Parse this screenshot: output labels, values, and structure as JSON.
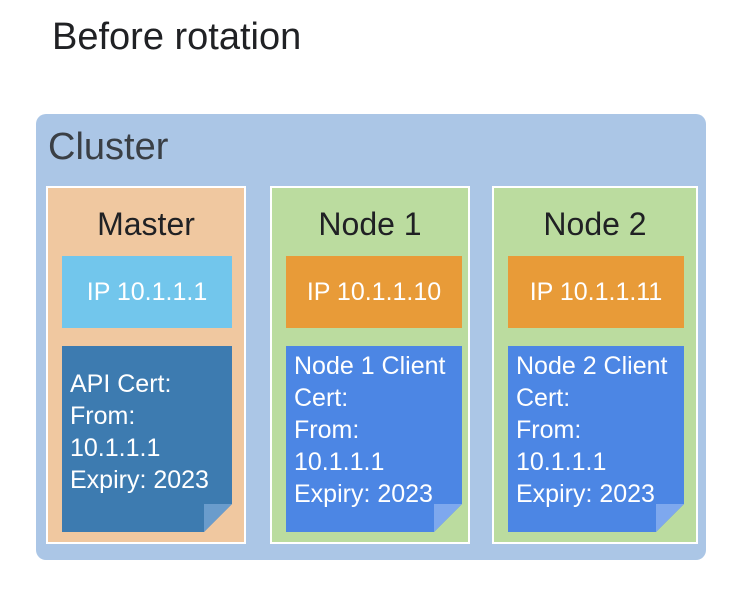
{
  "title": "Before rotation",
  "cluster": {
    "label": "Cluster",
    "panels": [
      {
        "title": "Master",
        "ip": "IP 10.1.1.1",
        "cert_lines": [
          "API Cert:",
          "From:",
          "10.1.1.1",
          "Expiry: 2023"
        ]
      },
      {
        "title": "Node 1",
        "ip": "IP 10.1.1.10",
        "cert_lines": [
          "Node 1 Client",
          "Cert:",
          "From:",
          "10.1.1.1",
          "Expiry: 2023"
        ]
      },
      {
        "title": "Node 2",
        "ip": "IP 10.1.1.11",
        "cert_lines": [
          "Node 2 Client",
          "Cert:",
          "From:",
          "10.1.1.1",
          "Expiry: 2023"
        ]
      }
    ]
  },
  "colors": {
    "cluster_bg": "#abc6e6",
    "master_bg": "#f0c8a0",
    "node_bg": "#bbdc9f",
    "master_ip_bg": "#72c6ec",
    "node_ip_bg": "#e89b38",
    "master_cert_bg": "#3d7bb0",
    "node_cert_bg": "#4c86e4"
  }
}
